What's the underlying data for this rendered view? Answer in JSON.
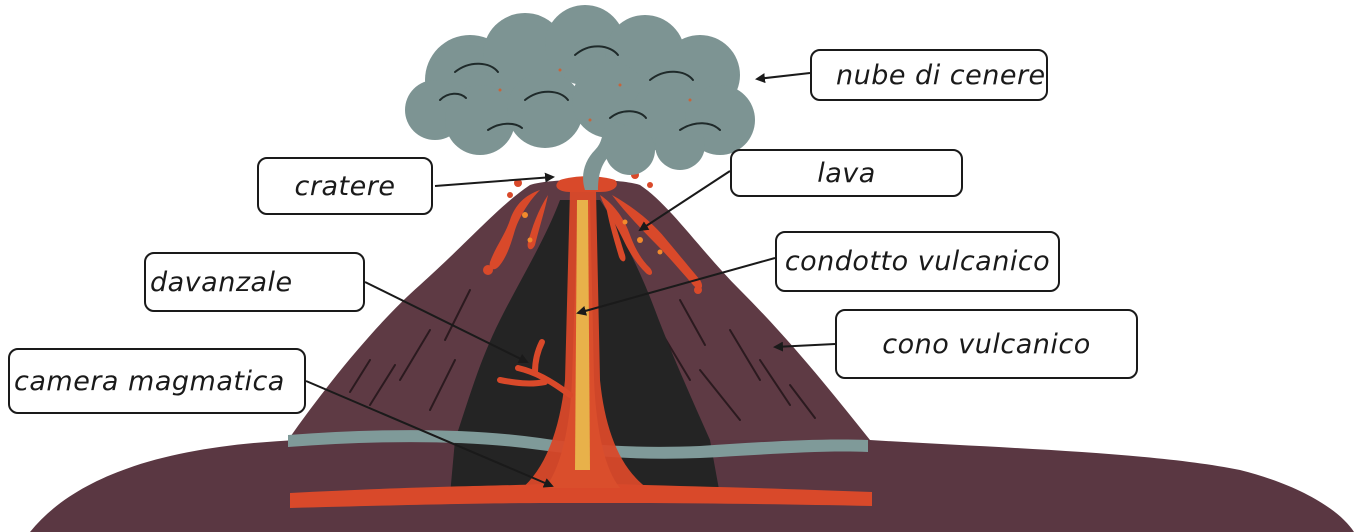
{
  "labels": {
    "ash_cloud": "nube di cenere",
    "crater": "cratere",
    "lava": "lava",
    "volcanic_conduit": "condotto vulcanico",
    "sill": "davanzale",
    "volcanic_cone": "cono vulcanico",
    "magma_chamber": "camera magmatica"
  },
  "colors": {
    "ground": "#5a3742",
    "cone": "#5e3a44",
    "interior": "#242424",
    "ash_cloud": "#7d9493",
    "rock_layer": "#7f9a99",
    "lava": "#d9492a",
    "lava_light": "#f28a2c",
    "conduit_core": "#e8b14a",
    "line": "#1a1a1a"
  }
}
